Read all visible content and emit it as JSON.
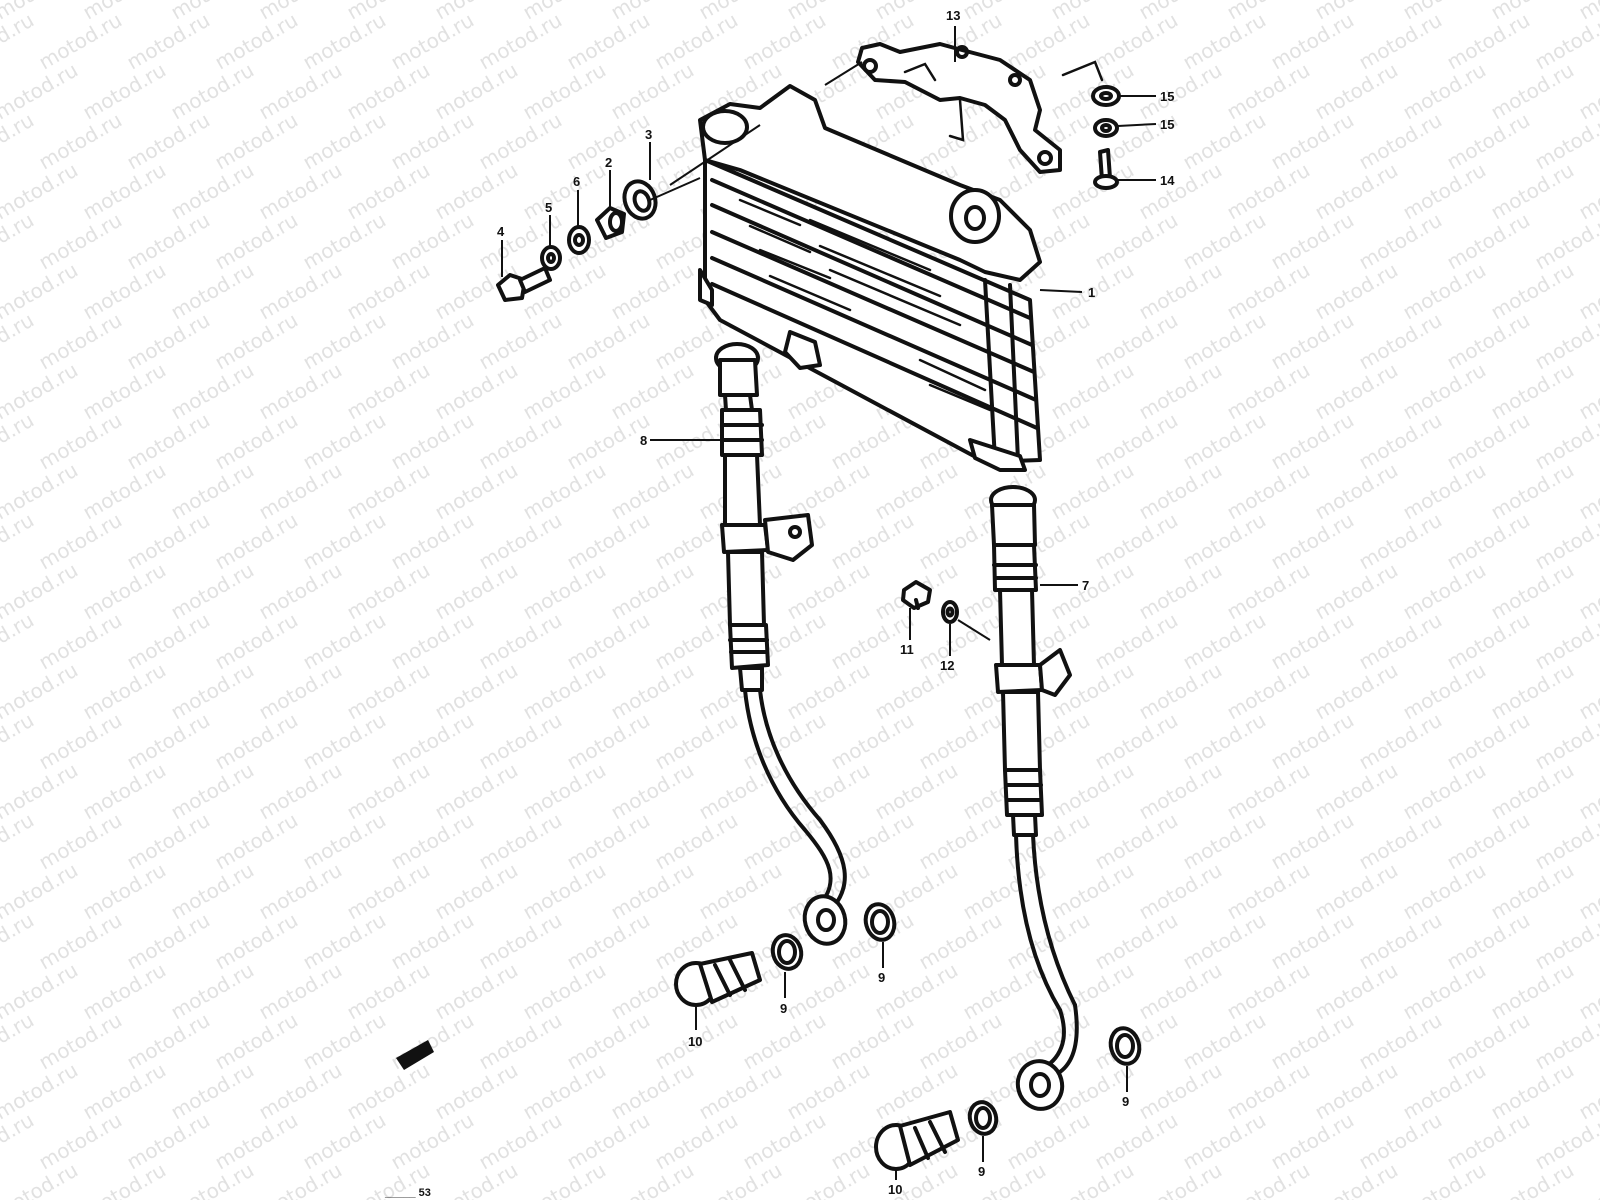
{
  "watermark": "motod.ru",
  "callouts": {
    "c1": "1",
    "c2": "2",
    "c3": "3",
    "c4": "4",
    "c5": "5",
    "c6": "6",
    "c7": "7",
    "c8": "8",
    "c9a": "9",
    "c9b": "9",
    "c9c": "9",
    "c9d": "9",
    "c10a": "10",
    "c10b": "10",
    "c11": "11",
    "c12": "12",
    "c13": "13",
    "c14": "14",
    "c15a": "15",
    "c15b": "15"
  },
  "footer_code": "_____ 53",
  "colors": {
    "ink": "#111111",
    "watermark": "#c9c9c9",
    "background": "#ffffff"
  }
}
